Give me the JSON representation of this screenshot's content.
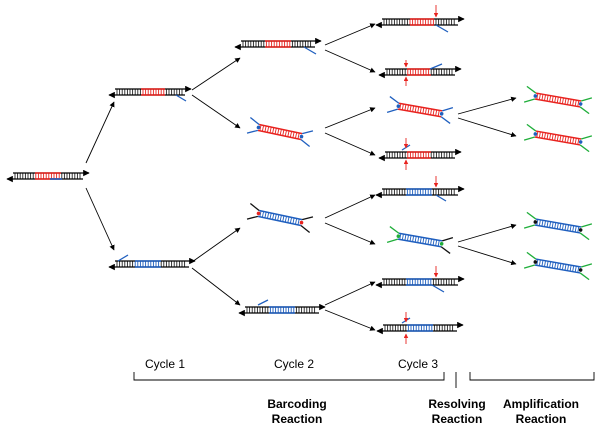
{
  "labels": {
    "cycles": [
      "Cycle 1",
      "Cycle 2",
      "Cycle 3"
    ],
    "barcoding": [
      "Barcoding",
      "Reaction"
    ],
    "resolving": [
      "Resolving",
      "Reaction"
    ],
    "amplification": [
      "Amplification",
      "Reaction"
    ]
  },
  "colors": {
    "strand": "#000000",
    "red_segment": "#e8231f",
    "blue_segment": "#1f5fbf",
    "green_segment": "#1fae3a",
    "cut_arrow": "#e8231f",
    "bracket": "#000000"
  },
  "tree": {
    "root": "duplex-red-blue",
    "cycle1": [
      "red-duplex",
      "blue-duplex"
    ],
    "cycle2": [
      "red-straight",
      "red-bent",
      "blue-bent",
      "blue-straight"
    ],
    "cycle3": [
      "red-cut-top",
      "red-cut-bottom",
      "red-bent-branched",
      "red-cut-bottom-2",
      "blue-cut-top",
      "blue-bent-branched",
      "blue-cut-top-2",
      "blue-cut-bottom"
    ],
    "amplified": [
      "red-green-1",
      "red-green-2",
      "blue-green-1",
      "blue-green-2"
    ]
  }
}
